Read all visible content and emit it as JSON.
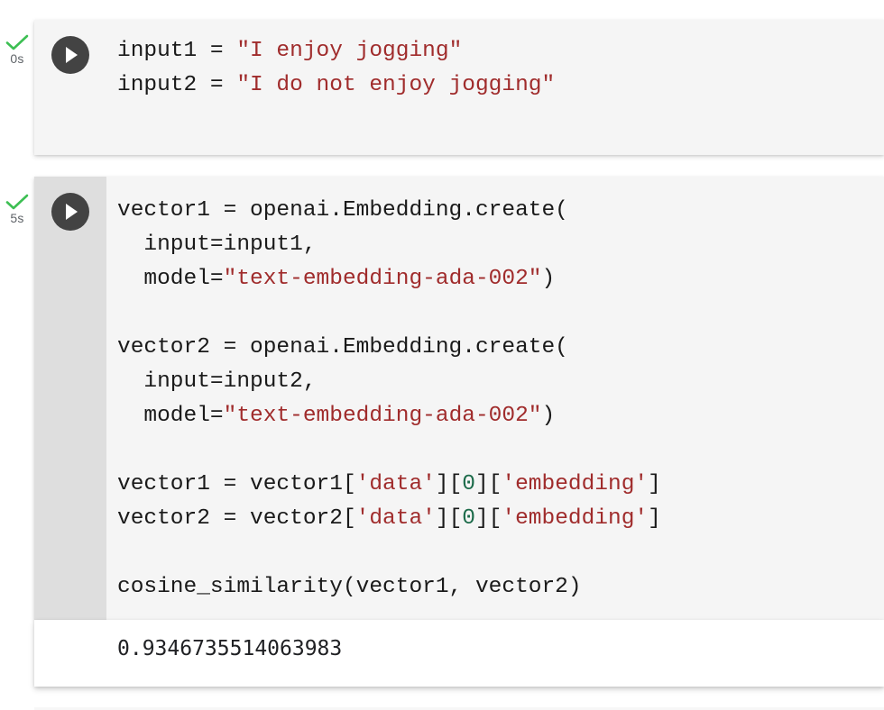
{
  "app": {
    "kind": "notebook",
    "background": "#ffffff",
    "cell_background": "#f5f5f5",
    "gutter_background": "#dedede",
    "output_background": "#ffffff",
    "run_button_color": "#434343",
    "string_color": "#a02c2c",
    "number_color": "#1c6b4a",
    "text_color": "#1a1a1a",
    "success_color": "#3dbf53",
    "timing_color": "#5f6368"
  },
  "cells": [
    {
      "id": "cell-1",
      "status": "succeeded",
      "status_icon": "check-icon",
      "run_icon": "play-icon",
      "run_time": "0s",
      "code_lines": [
        [
          {
            "t": "input1 = ",
            "c": "plain"
          },
          {
            "t": "\"I enjoy jogging\"",
            "c": "str"
          }
        ],
        [
          {
            "t": "input2 = ",
            "c": "plain"
          },
          {
            "t": "\"I do not enjoy jogging\"",
            "c": "str"
          }
        ]
      ],
      "output": null
    },
    {
      "id": "cell-2",
      "status": "succeeded",
      "status_icon": "check-icon",
      "run_icon": "play-icon",
      "run_time": "5s",
      "code_lines": [
        [
          {
            "t": "vector1 = openai.Embedding.create(",
            "c": "plain"
          }
        ],
        [
          {
            "t": "  input=input1,",
            "c": "plain"
          }
        ],
        [
          {
            "t": "  model=",
            "c": "plain"
          },
          {
            "t": "\"text-embedding-ada-002\"",
            "c": "str"
          },
          {
            "t": ")",
            "c": "punc"
          }
        ],
        [
          {
            "t": "",
            "c": "plain"
          }
        ],
        [
          {
            "t": "vector2 = openai.Embedding.create(",
            "c": "plain"
          }
        ],
        [
          {
            "t": "  input=input2,",
            "c": "plain"
          }
        ],
        [
          {
            "t": "  model=",
            "c": "plain"
          },
          {
            "t": "\"text-embedding-ada-002\"",
            "c": "str"
          },
          {
            "t": ")",
            "c": "punc"
          }
        ],
        [
          {
            "t": "",
            "c": "plain"
          }
        ],
        [
          {
            "t": "vector1 = vector1[",
            "c": "plain"
          },
          {
            "t": "'data'",
            "c": "str"
          },
          {
            "t": "][",
            "c": "punc"
          },
          {
            "t": "0",
            "c": "num"
          },
          {
            "t": "][",
            "c": "punc"
          },
          {
            "t": "'embedding'",
            "c": "str"
          },
          {
            "t": "]",
            "c": "punc"
          }
        ],
        [
          {
            "t": "vector2 = vector2[",
            "c": "plain"
          },
          {
            "t": "'data'",
            "c": "str"
          },
          {
            "t": "][",
            "c": "punc"
          },
          {
            "t": "0",
            "c": "num"
          },
          {
            "t": "][",
            "c": "punc"
          },
          {
            "t": "'embedding'",
            "c": "str"
          },
          {
            "t": "]",
            "c": "punc"
          }
        ],
        [
          {
            "t": "",
            "c": "plain"
          }
        ],
        [
          {
            "t": "cosine_similarity(vector1, vector2)",
            "c": "plain"
          }
        ]
      ],
      "output": "0.9346735514063983"
    }
  ]
}
